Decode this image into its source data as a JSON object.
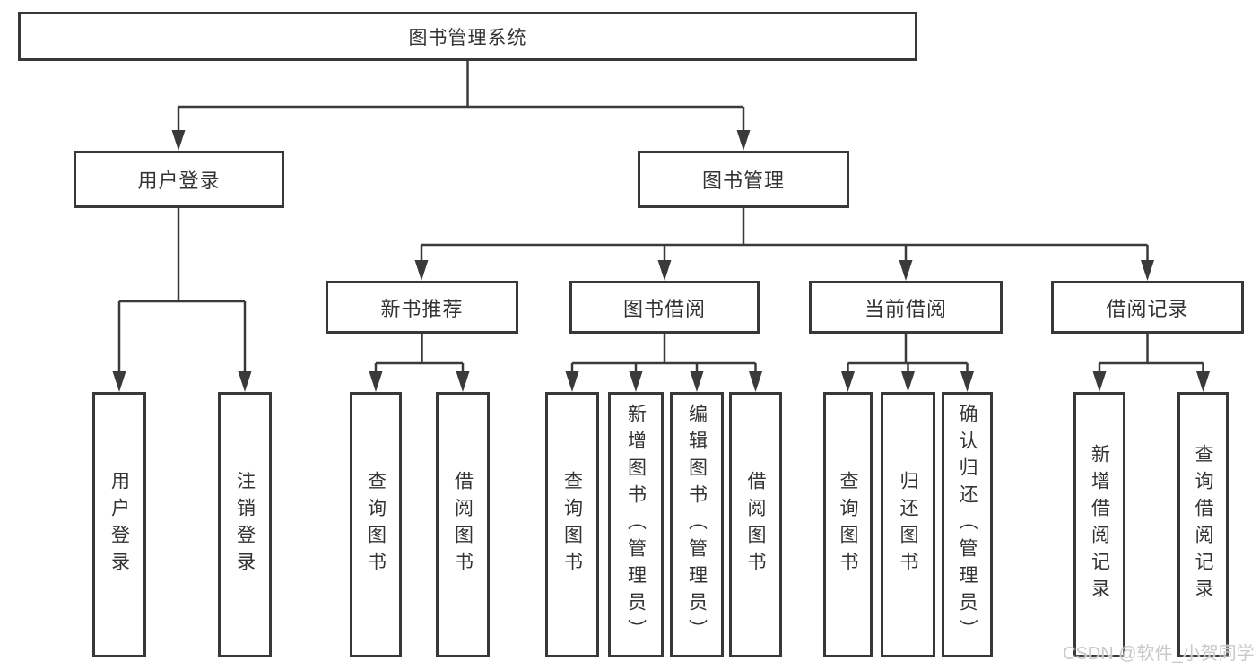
{
  "root": {
    "label": "图书管理系统"
  },
  "branches": {
    "user_login": {
      "label": "用户登录",
      "leaves": [
        "用户登录",
        "注销登录"
      ]
    },
    "book_mgmt": {
      "label": "图书管理",
      "sections": [
        {
          "label": "新书推荐",
          "leaves": [
            "查询图书",
            "借阅图书"
          ]
        },
        {
          "label": "图书借阅",
          "leaves": [
            "查询图书",
            "新增图书（管理员）",
            "编辑图书（管理员）",
            "借阅图书"
          ]
        },
        {
          "label": "当前借阅",
          "leaves": [
            "查询图书",
            "归还图书",
            "确认归还（管理员）"
          ]
        },
        {
          "label": "借阅记录",
          "leaves": [
            "新增借阅记录",
            "查询借阅记录"
          ]
        }
      ]
    }
  },
  "watermark": "CSDN @软件_小贺同学",
  "colors": {
    "line": "#3a3a3a",
    "border": "#383838",
    "text": "#333333",
    "watermark": "#c9c9c9",
    "background": "#ffffff"
  }
}
